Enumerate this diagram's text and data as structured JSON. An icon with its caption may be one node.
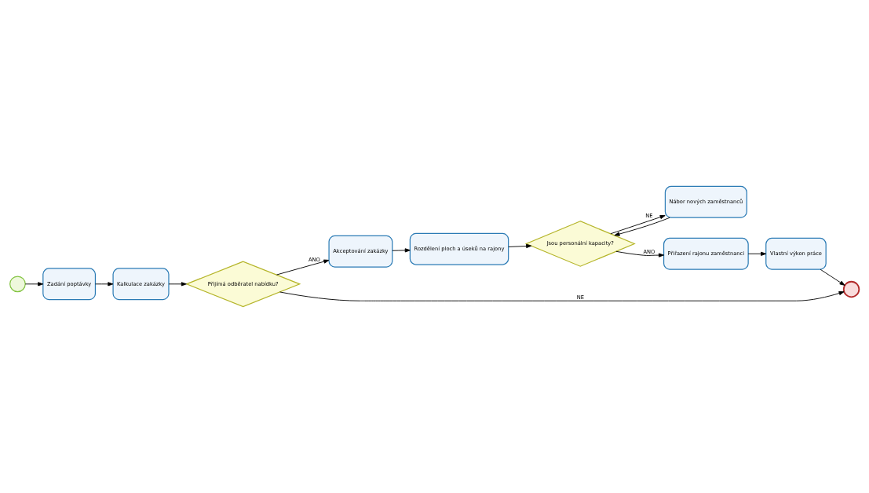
{
  "diagram": {
    "nodes": [
      {
        "text": [],
        "shape": "circle"
      },
      {
        "text": [
          "Zadání poptávky"
        ]
      },
      {
        "text": [
          "Kalkulace zakázky"
        ]
      },
      {
        "text": [
          "Přijímá odběratel nabídku?"
        ]
      },
      {
        "text": [
          "Akceptování zakázky"
        ]
      },
      {
        "text": [
          "Rozdělení ploch a úseků na rajony"
        ]
      },
      {
        "text": [
          "Jsou personální kapacity?"
        ]
      },
      {
        "text": [
          "Nábor nových zaměstnanců"
        ]
      },
      {
        "text": [
          "Přiřazení rajonu zaměstnanci"
        ]
      },
      {
        "text": [
          "Vlastní výkon práce"
        ]
      },
      {
        "text": [],
        "shape": "circle"
      }
    ],
    "edges": [
      {
        "from": 0,
        "to": 1,
        "arrow": "to"
      },
      {
        "from": 1,
        "to": 2,
        "arrow": "to"
      },
      {
        "from": 2,
        "to": 3,
        "arrow": "to"
      },
      {
        "from": 3,
        "to": 10,
        "arrow": "to",
        "label": "NE"
      },
      {
        "from": 3,
        "to": 4,
        "arrow": "to",
        "label": "ANO"
      },
      {
        "from": 4,
        "to": 5,
        "arrow": "to"
      },
      {
        "from": 5,
        "to": 6,
        "arrow": "to"
      },
      {
        "from": 6,
        "to": 7,
        "arrow": "to",
        "label": "NE"
      },
      {
        "from": 7,
        "to": 6,
        "arrow": "to"
      },
      {
        "from": 6,
        "to": 8,
        "arrow": "to",
        "label": "ANO"
      },
      {
        "from": 8,
        "to": 9,
        "arrow": "to"
      },
      {
        "from": 9,
        "to": 10,
        "arrow": "to"
      }
    ]
  }
}
